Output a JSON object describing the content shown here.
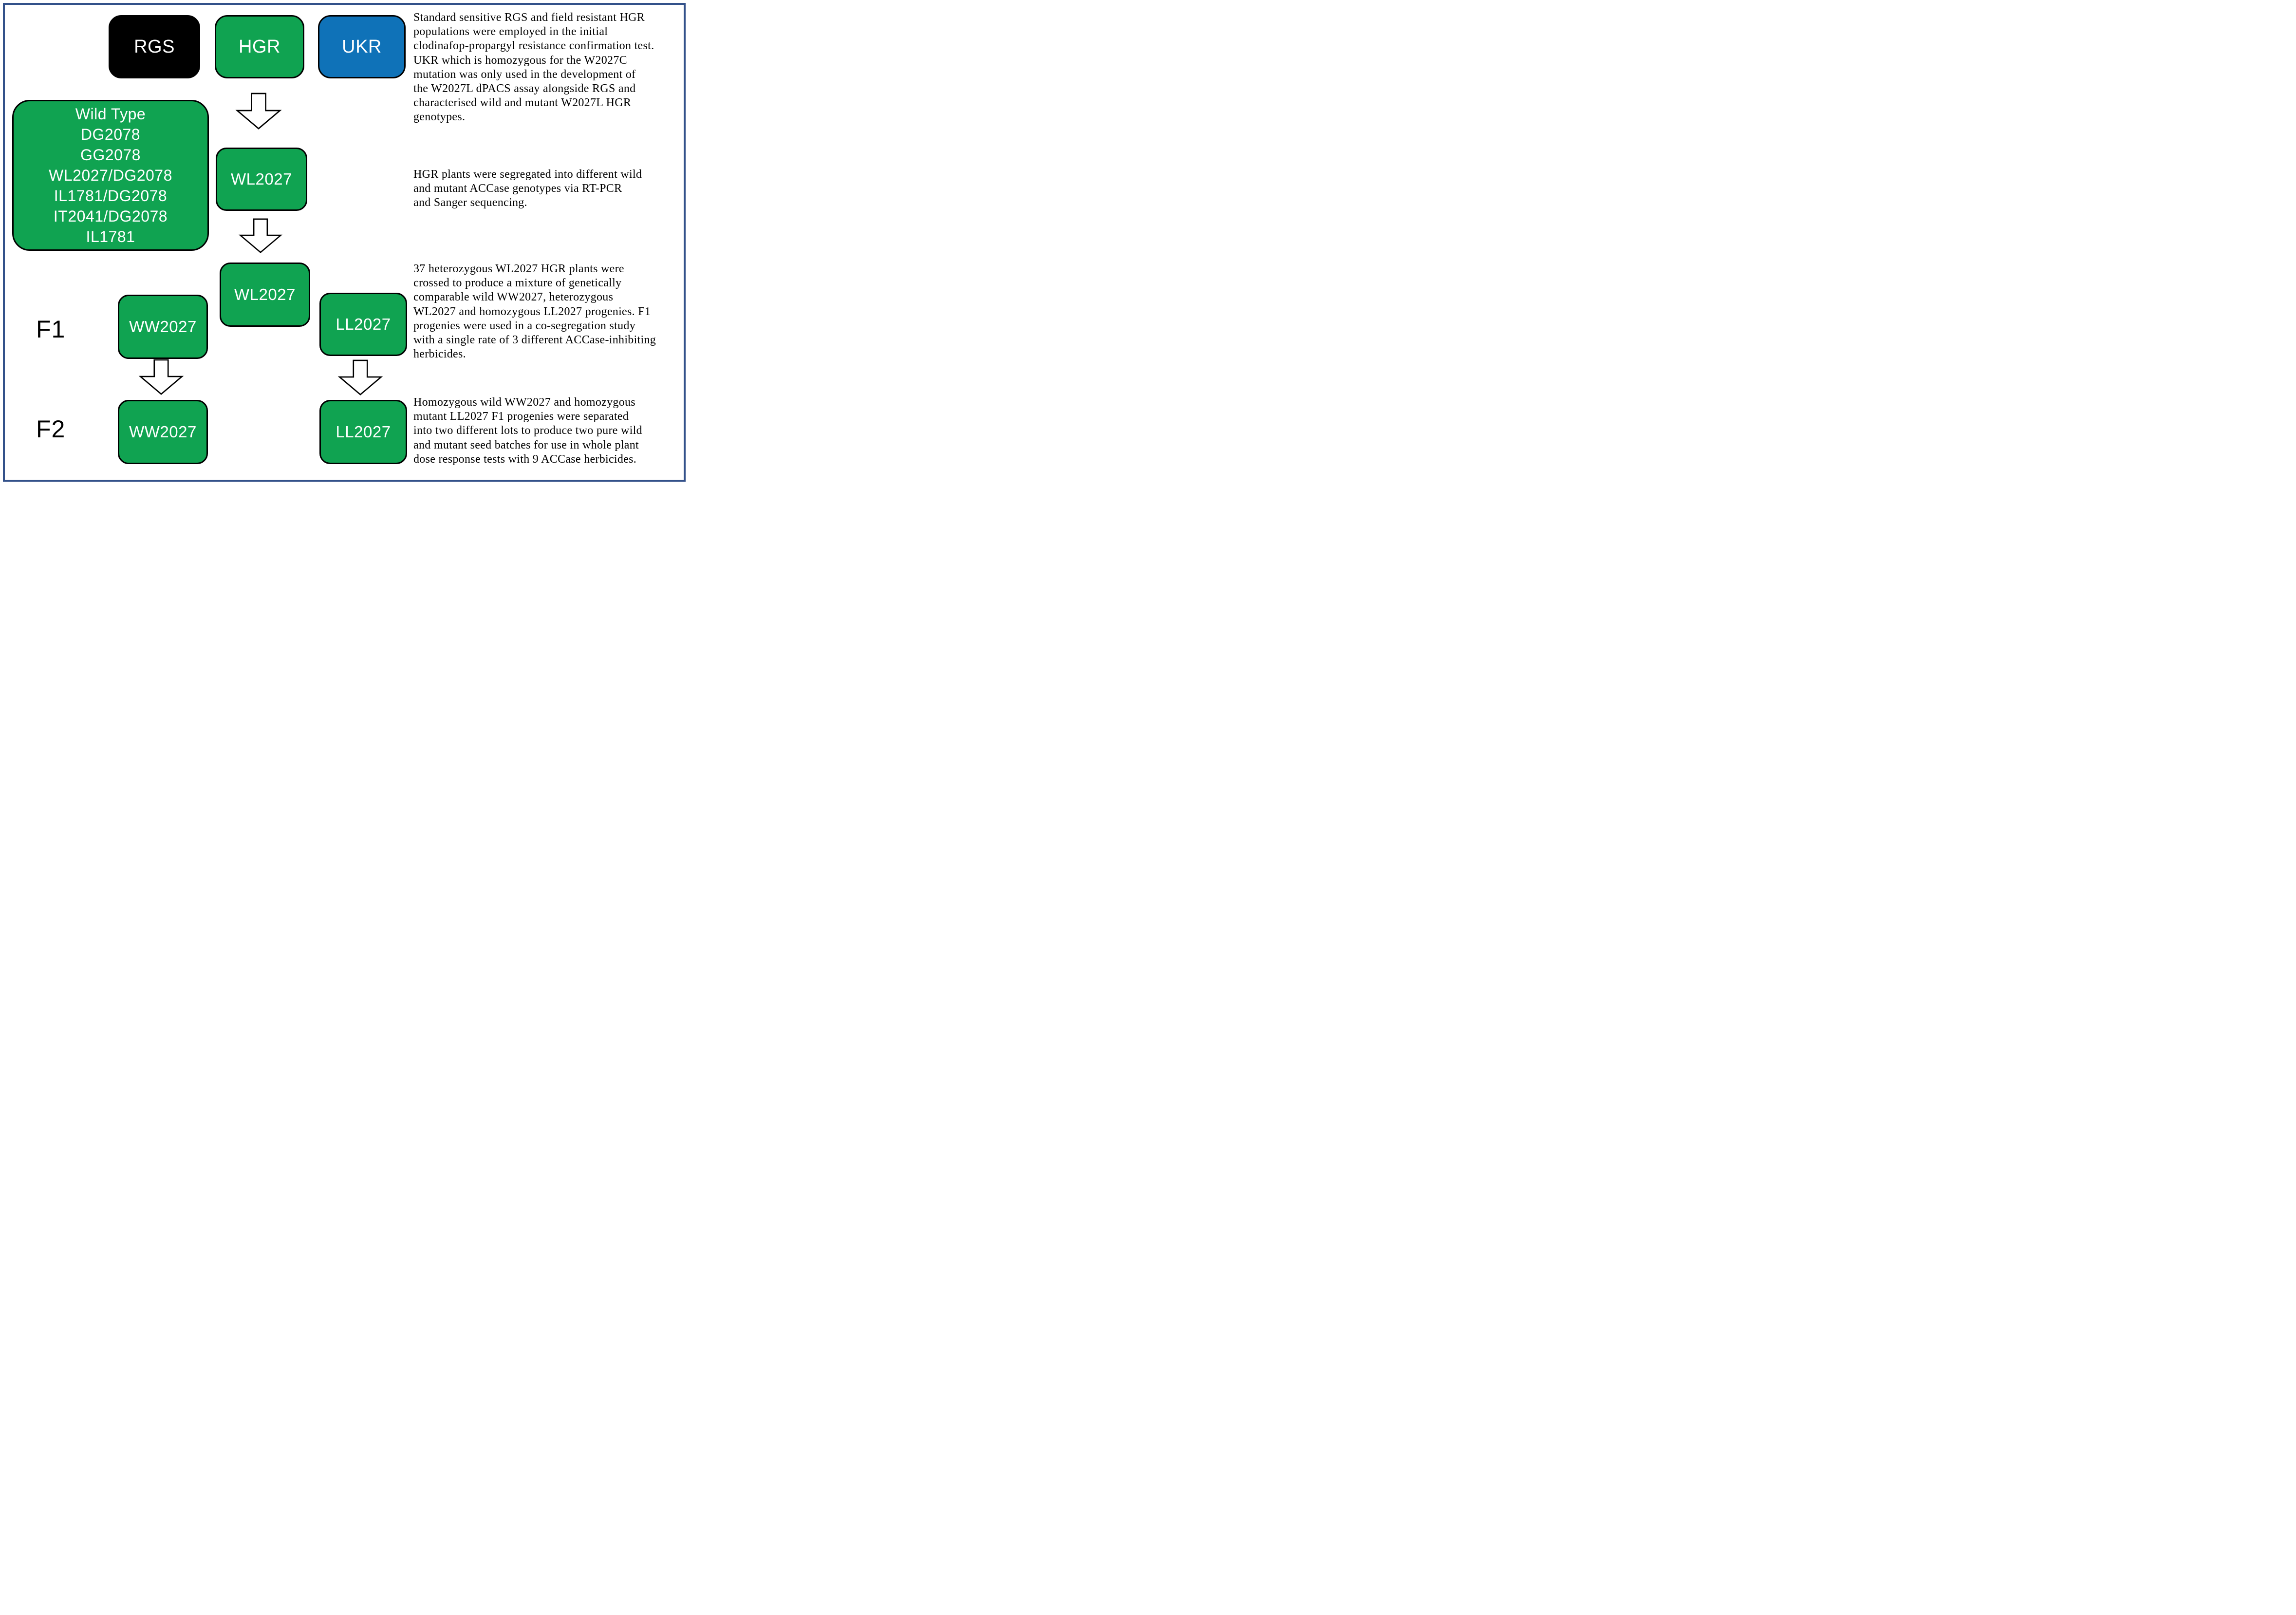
{
  "diagram": {
    "populations": {
      "rgs": "RGS",
      "hgr": "HGR",
      "ukr": "UKR"
    },
    "wild_type_box": {
      "lines": [
        "Wild Type",
        "DG2078",
        "GG2078",
        "WL2027/DG2078",
        "IL1781/DG2078",
        "IT2041/DG2078",
        "IL1781"
      ]
    },
    "segregation_node": "WL2027",
    "cross_node": "WL2027",
    "f1": {
      "label": "F1",
      "ww2027": "WW2027",
      "ll2027": "LL2027"
    },
    "f2": {
      "label": "F2",
      "ww2027": "WW2027",
      "ll2027": "LL2027"
    }
  },
  "annotations": {
    "p1": {
      "lines": [
        "Standard sensitive RGS and field resistant HGR",
        "populations were employed in the initial",
        "clodinafop-propargyl resistance confirmation test.",
        "UKR which is homozygous for the W2027C",
        "mutation was only used in the development of",
        "the W2027L dPACS assay alongside RGS and",
        "characterised wild and mutant W2027L HGR",
        "genotypes."
      ]
    },
    "p2": {
      "lines": [
        "HGR plants were segregated into different wild",
        "and mutant ACCase genotypes via RT-PCR",
        "and Sanger sequencing."
      ]
    },
    "p3": {
      "lines": [
        "37 heterozygous WL2027 HGR plants were",
        "crossed to produce a mixture of genetically",
        "comparable wild WW2027,  heterozygous",
        "WL2027 and homozygous LL2027 progenies. F1",
        "progenies were used in a co-segregation study",
        "with a single rate of 3 different ACCase-inhibiting",
        "herbicides."
      ]
    },
    "p4": {
      "lines": [
        "Homozygous wild WW2027 and homozygous",
        "mutant LL2027 F1 progenies were separated",
        "into two different lots to produce two pure wild",
        "and mutant seed batches for use in whole plant",
        "dose response tests with 9 ACCase herbicides."
      ]
    }
  },
  "colors": {
    "node_green": "#10A351",
    "node_blue": "#0F72B8",
    "node_black": "#000000",
    "node_text": "#FFFFFF",
    "frame_border": "#33518A",
    "body_text": "#000000",
    "arrow_fill": "#FFFFFF",
    "arrow_stroke": "#000000"
  }
}
